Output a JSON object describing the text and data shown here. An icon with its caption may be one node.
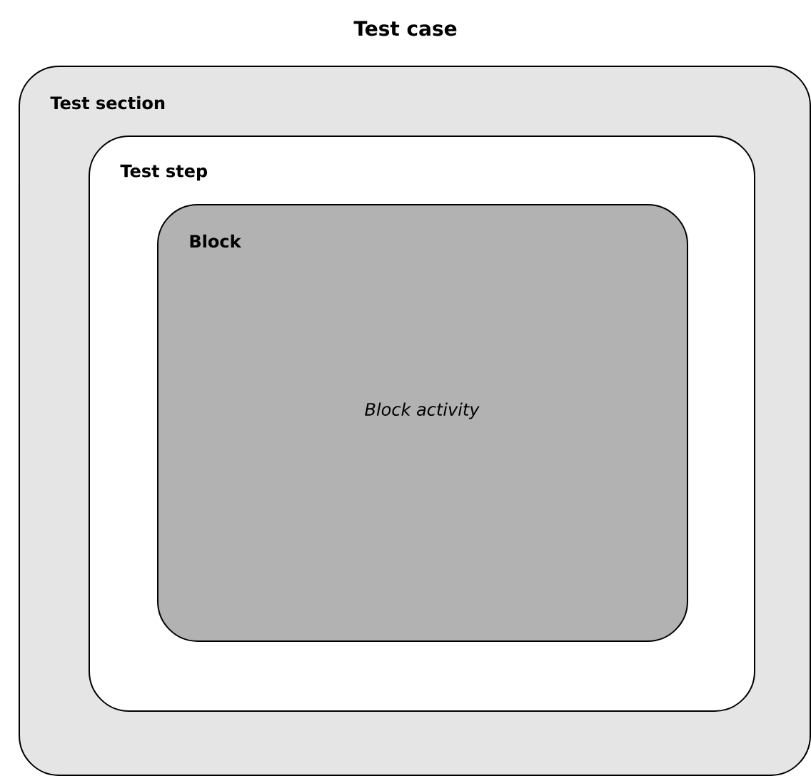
{
  "diagram": {
    "title": "Test case",
    "nodes": [
      {
        "text": [
          "Test section"
        ]
      },
      {
        "text": [
          "Test step"
        ],
        "in": 0
      },
      {
        "text": [
          "Block",
          "Block activity"
        ],
        "in": 1
      }
    ]
  }
}
